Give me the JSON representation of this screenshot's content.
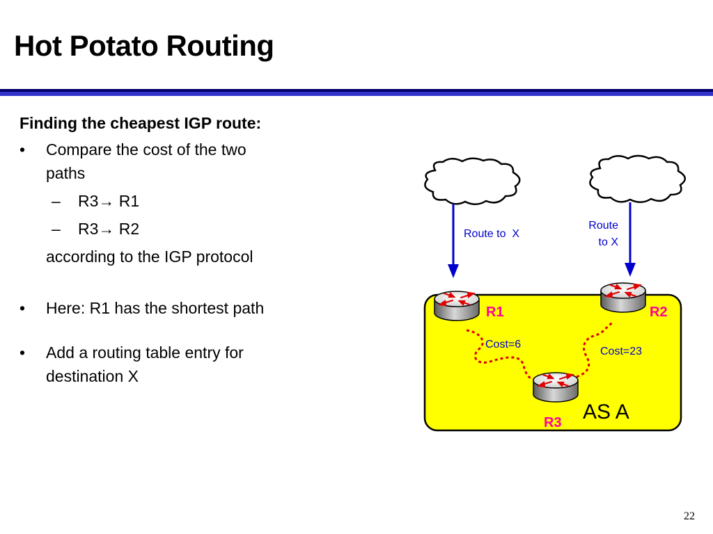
{
  "slide": {
    "title": "Hot Potato Routing",
    "page_number": "22",
    "rule_colors": [
      "#000066",
      "#3333cc"
    ],
    "text": {
      "heading": "Finding the cheapest IGP route:",
      "bullet_symbol": "•",
      "bullets": [
        "Compare the cost of the two",
        "paths",
        "Here: R1 has the shortest path",
        "Add a routing table entry for",
        "destination X"
      ],
      "sub_dash": "–",
      "subitems": [
        {
          "from": "R3",
          "arrow": "→",
          "to": "R1"
        },
        {
          "from": "R3",
          "arrow": "→",
          "to": "R2"
        }
      ],
      "note": "according to the IGP protocol"
    }
  },
  "diagram": {
    "as_label": "AS A",
    "as_fill": "#ffff00",
    "routers": [
      {
        "label": "R1"
      },
      {
        "label": "R2"
      },
      {
        "label": "R3"
      }
    ],
    "router_label_color": "#ff0099",
    "route_labels": {
      "left": "Route to  X",
      "right_line1": "Route",
      "right_line2": "to X"
    },
    "route_color": "#0000cc",
    "costs": [
      "Cost=6",
      "Cost=23"
    ],
    "link_color": "#cc0000"
  }
}
